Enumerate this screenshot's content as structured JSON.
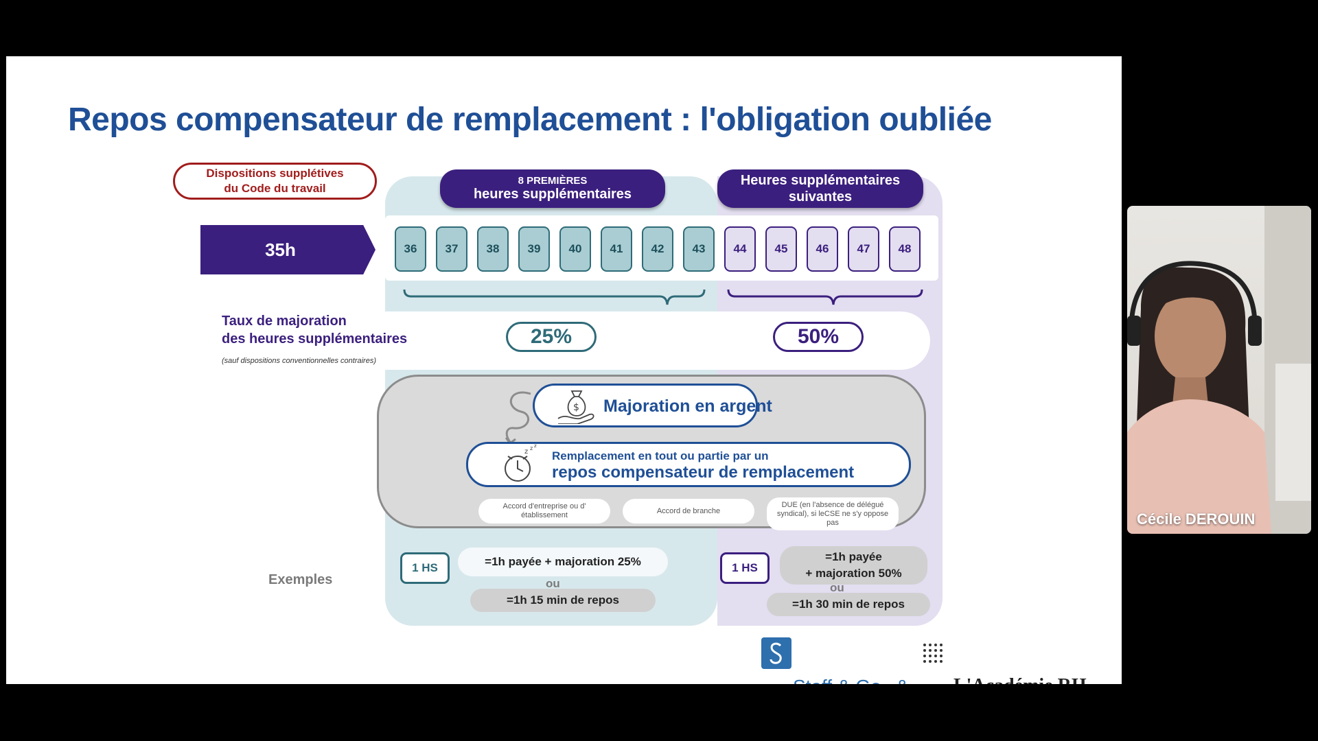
{
  "slide": {
    "title": "Repos compensateur de remplacement : l'obligation oubliée",
    "dispositions": [
      "Dispositions supplétives",
      "du Code du travail"
    ],
    "header_first": {
      "small": "8 PREMIÈRES",
      "big": "heures supplémentaires"
    },
    "header_next": [
      "Heures supplémentaires",
      "suivantes"
    ],
    "base_hours": "35h",
    "hours_first": [
      "36",
      "37",
      "38",
      "39",
      "40",
      "41",
      "42",
      "43"
    ],
    "hours_next": [
      "44",
      "45",
      "46",
      "47",
      "48"
    ],
    "rate_label": [
      "Taux de majoration",
      "des heures supplémentaires"
    ],
    "rate_note": "(sauf dispositions conventionnelles contraires)",
    "rate_first": "25%",
    "rate_next": "50%",
    "money_label": "Majoration en argent",
    "replacement_small": "Remplacement en tout ou partie par un",
    "replacement_big": "repos compensateur de remplacement",
    "chips": [
      "Accord d'entreprise ou d' établissement",
      "Accord de branche",
      "DUE (en l'absence de délégué syndical), si leCSE ne s'y oppose pas"
    ],
    "examples_label": "Exemples",
    "hs_label": "1 HS",
    "example_first_paid": "=1h payée + majoration 25%",
    "example_first_rest": "=1h 15 min de repos",
    "example_next_paid": [
      "=1h payée",
      "+ majoration 50%"
    ],
    "example_next_rest": "=1h 30 min de repos",
    "or_label": "ou",
    "brand_staff": "Staff & Go",
    "brand_amp": "&",
    "brand_academie": "L'Académie RH"
  },
  "video": {
    "participant_name": "Cécile DEROUIN"
  },
  "colors": {
    "title_blue": "#1f4f96",
    "purple": "#3b1f7e",
    "teal": "#2e6b78",
    "red": "#a11c1c"
  },
  "icons": [
    "money-bag-hand-icon",
    "sleeping-clock-icon",
    "curved-arrow-icon",
    "staff-go-logo-icon",
    "academie-dots-icon"
  ]
}
